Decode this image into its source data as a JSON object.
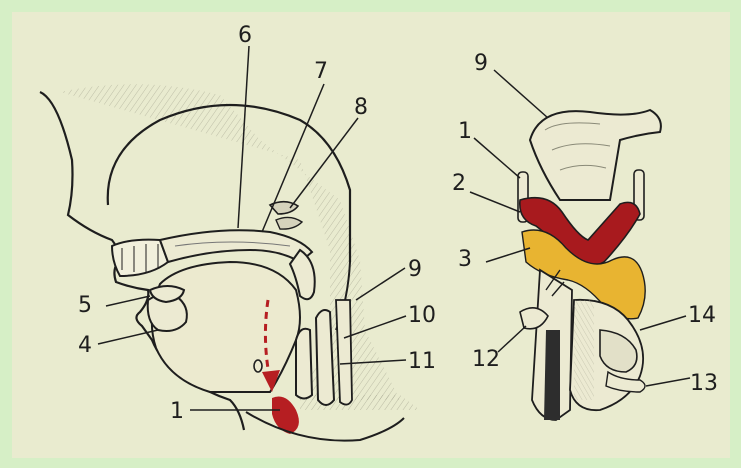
{
  "colors": {
    "frame": "#d6efc6",
    "paper": "#e9ebcf",
    "ink": "#1e1e1e",
    "esophagus_red": "#b61e22",
    "epiglottis_red": "#a81a1e",
    "cartilage_yellow": "#e8b431"
  },
  "labels": {
    "l6": "6",
    "l7": "7",
    "l8": "8",
    "l9a": "9",
    "l5": "5",
    "l4": "4",
    "l10": "10",
    "l11": "11",
    "l1a": "1",
    "l9b": "9",
    "l1b": "1",
    "l2": "2",
    "l3": "3",
    "l14": "14",
    "l12": "12",
    "l13": "13"
  }
}
